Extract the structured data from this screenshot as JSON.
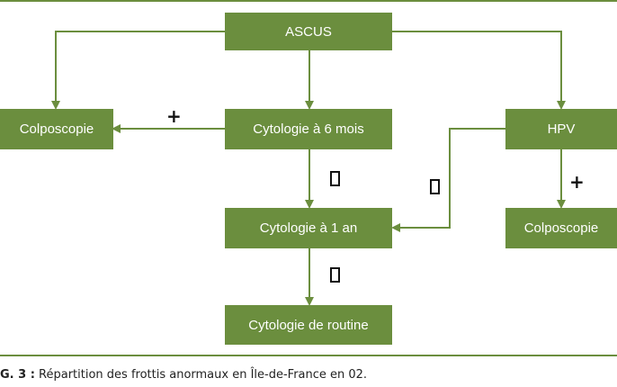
{
  "nodes": {
    "ascus": "ASCUS",
    "colposcopie_left": "Colposcopie",
    "cyto_6mois": "Cytologie à 6 mois",
    "hpv": "HPV",
    "cyto_1an": "Cytologie à 1 an",
    "colposcopie_right": "Colposcopie",
    "cyto_routine": "Cytologie de routine"
  },
  "edge_labels": {
    "cyto6_to_colpo": "+",
    "hpv_to_colpo": "+"
  },
  "caption": {
    "label": "G. 3 :",
    "text": " Répartition des frottis anormaux en Île-de-France en 02."
  },
  "colors": {
    "node_fill": "#6b8e3e",
    "arrow": "#6b8e3e",
    "node_text": "#ffffff"
  }
}
